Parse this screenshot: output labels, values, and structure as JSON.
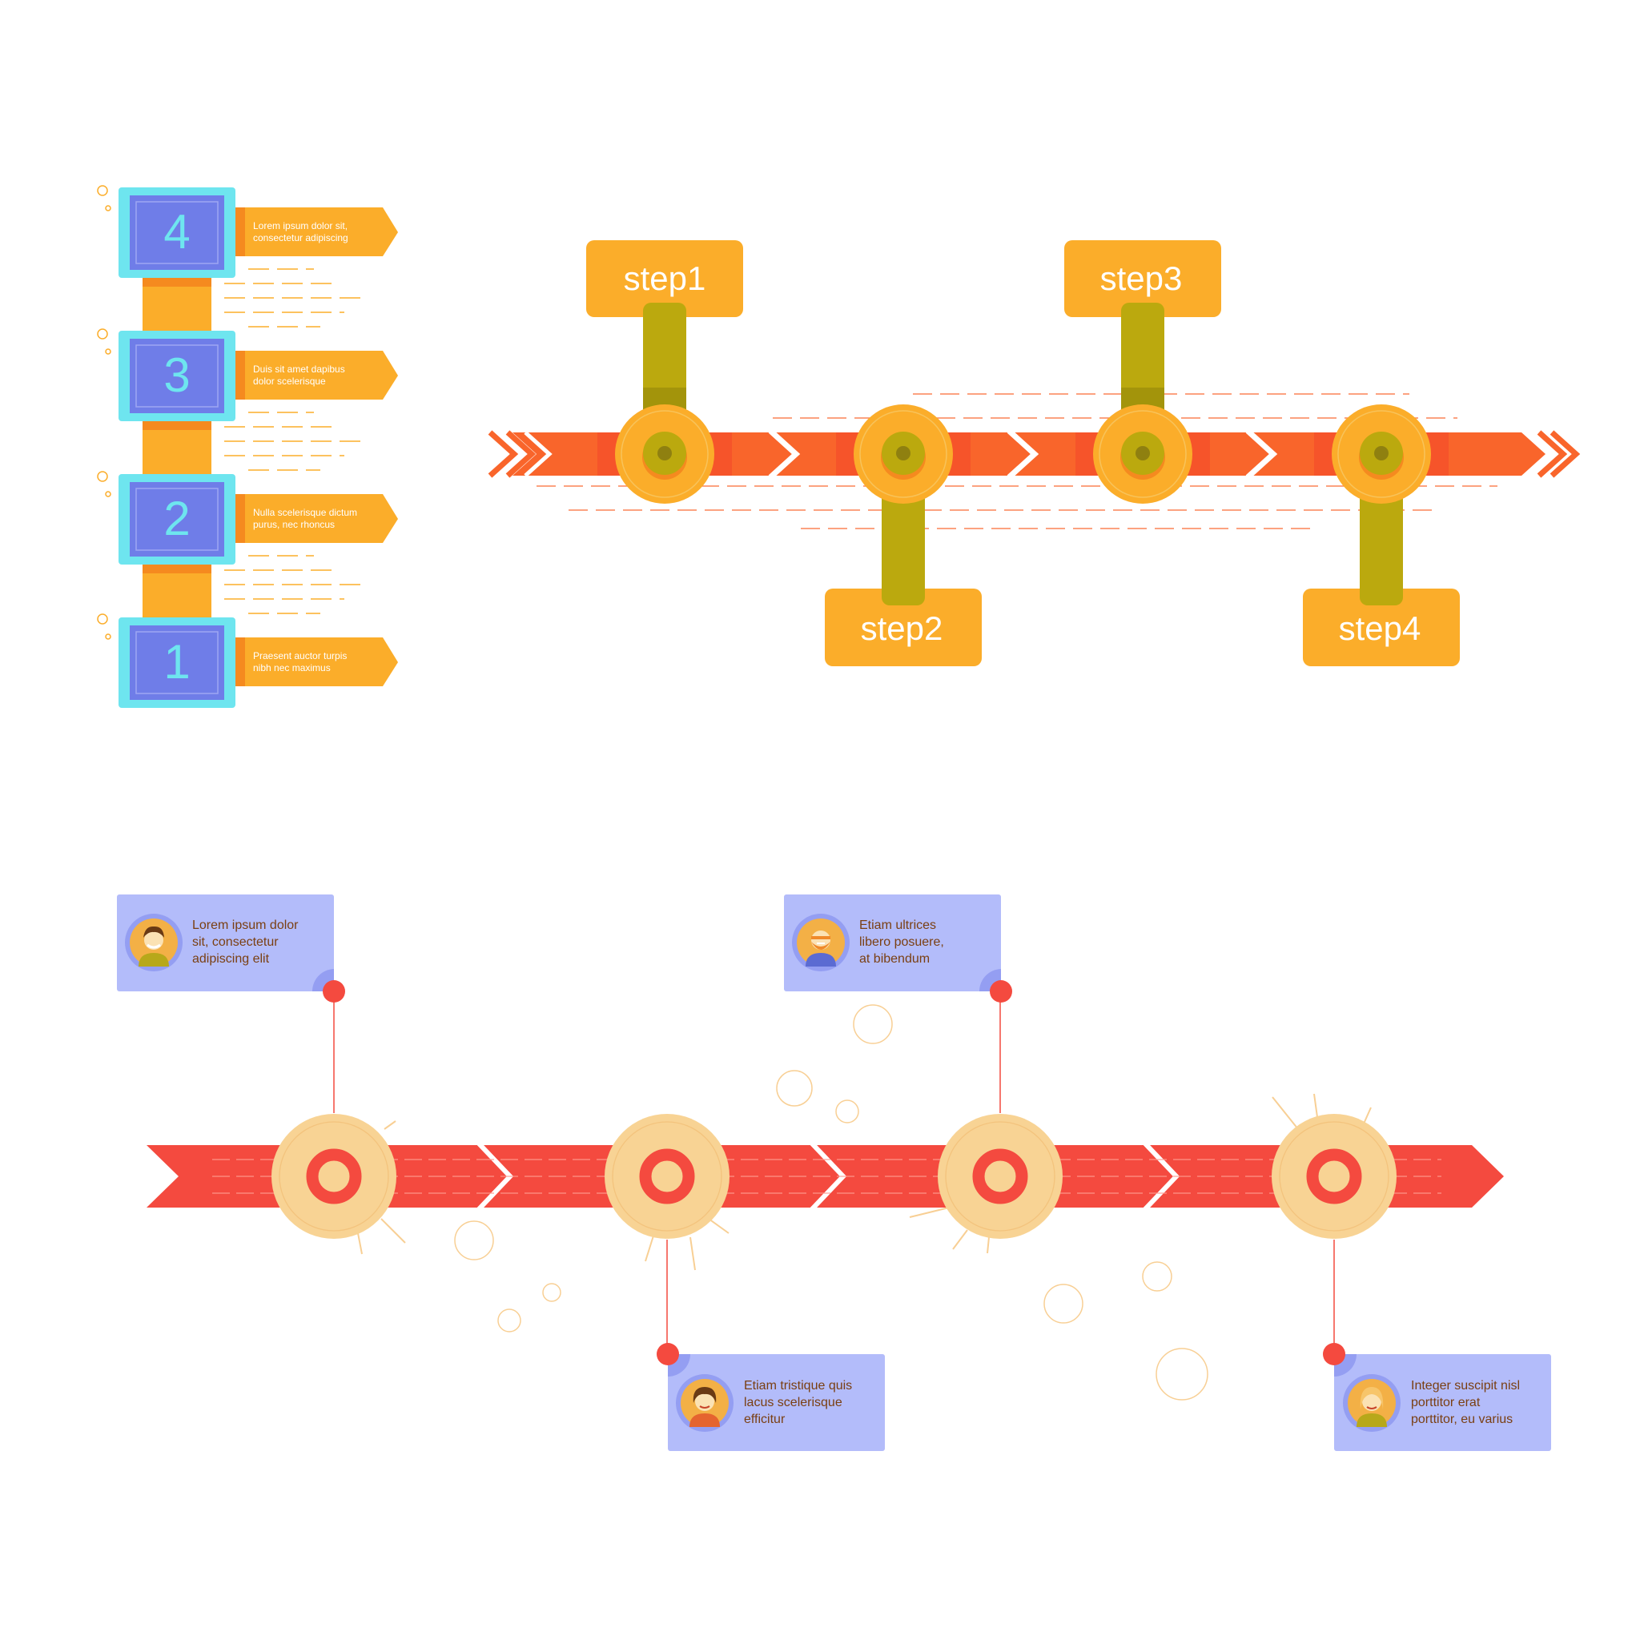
{
  "colors": {
    "orange": "#fbad2a",
    "orange_dark": "#f58a1f",
    "red_orange": "#f9652b",
    "red": "#f44a3f",
    "olive": "#bba90e",
    "olive_dark": "#8f8010",
    "cyan": "#6ee5ef",
    "blue_tile": "#6f7de8",
    "lavender": "#b3bcfa",
    "peach": "#f8d394",
    "text_card": "#7a3f12"
  },
  "vertical_steps": [
    {
      "number": "4",
      "line1": "Lorem ipsum dolor sit,",
      "line2": "consectetur adipiscing"
    },
    {
      "number": "3",
      "line1": "Duis sit amet dapibus",
      "line2": "dolor scelerisque"
    },
    {
      "number": "2",
      "line1": "Nulla scelerisque dictum",
      "line2": "purus, nec rhoncus"
    },
    {
      "number": "1",
      "line1": "Praesent auctor turpis",
      "line2": "nibh nec maximus"
    }
  ],
  "arrow_steps": [
    {
      "label": "step1",
      "position": "top"
    },
    {
      "label": "step2",
      "position": "bottom"
    },
    {
      "label": "step3",
      "position": "top"
    },
    {
      "label": "step4",
      "position": "bottom"
    }
  ],
  "people_timeline": [
    {
      "position": "top",
      "avatar": "man-avatar-icon",
      "lines": [
        "Lorem ipsum dolor",
        "sit, consectetur",
        "adipiscing elit"
      ]
    },
    {
      "position": "bottom",
      "avatar": "woman-avatar-icon",
      "lines": [
        "Etiam tristique quis",
        "lacus scelerisque",
        "efficitur"
      ]
    },
    {
      "position": "top",
      "avatar": "bearded-man-avatar-icon",
      "lines": [
        "Etiam ultrices",
        "libero posuere,",
        "at bibendum"
      ]
    },
    {
      "position": "bottom",
      "avatar": "blonde-woman-avatar-icon",
      "lines": [
        "Integer suscipit nisl",
        "porttitor erat",
        "porttitor, eu varius"
      ]
    }
  ]
}
